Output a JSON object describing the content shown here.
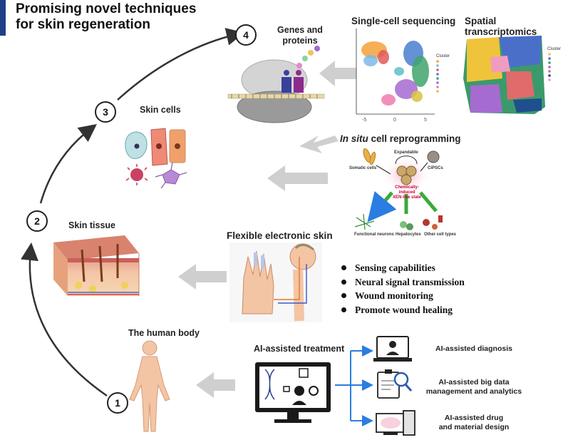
{
  "title": {
    "line1": "Promising novel techniques",
    "line2": "for skin regeneration"
  },
  "steps": [
    {
      "number": "1",
      "label": "The human body"
    },
    {
      "number": "2",
      "label": "Skin tissue"
    },
    {
      "number": "3",
      "label": "Skin cells"
    },
    {
      "number": "4",
      "label_line1": "Genes and",
      "label_line2": "proteins"
    }
  ],
  "techniques": {
    "single_cell": "Single-cell sequencing",
    "spatial": "Spatial transcriptomics",
    "reprogramming_italic": "In situ",
    "reprogramming_rest": " cell reprogramming",
    "electronic_skin": "Flexible electronic skin",
    "ai_treatment": "AI-assisted treatment"
  },
  "reprogramming_diagram": {
    "somatic": "Somatic cells",
    "expandable": "Expandable",
    "cipscs": "CiPSCs",
    "state_line1": "Chemically-induced",
    "state_line2": "XEN-like state",
    "neurons": "Functional neurons",
    "hepatocytes": "Hepatocytes",
    "other": "Other cell types"
  },
  "cluster_legend": "Cluster",
  "electronic_skin_bullets": [
    "Sensing capabilities",
    "Neural signal transmission",
    "Wound monitoring",
    "Promote wound healing"
  ],
  "ai_outputs": [
    {
      "line1": "AI-assisted diagnosis",
      "line2": ""
    },
    {
      "line1": "AI-assisted  big data",
      "line2": "management and analytics"
    },
    {
      "line1": "AI-assisted drug",
      "line2": "and material design"
    }
  ],
  "umap_ticks": {
    "x": [
      "-5",
      "0",
      "5"
    ]
  },
  "colors": {
    "title_bar": "#1f3f86",
    "arrow_gray": "#c8c8c8",
    "branch_blue": "#2a7de1"
  }
}
